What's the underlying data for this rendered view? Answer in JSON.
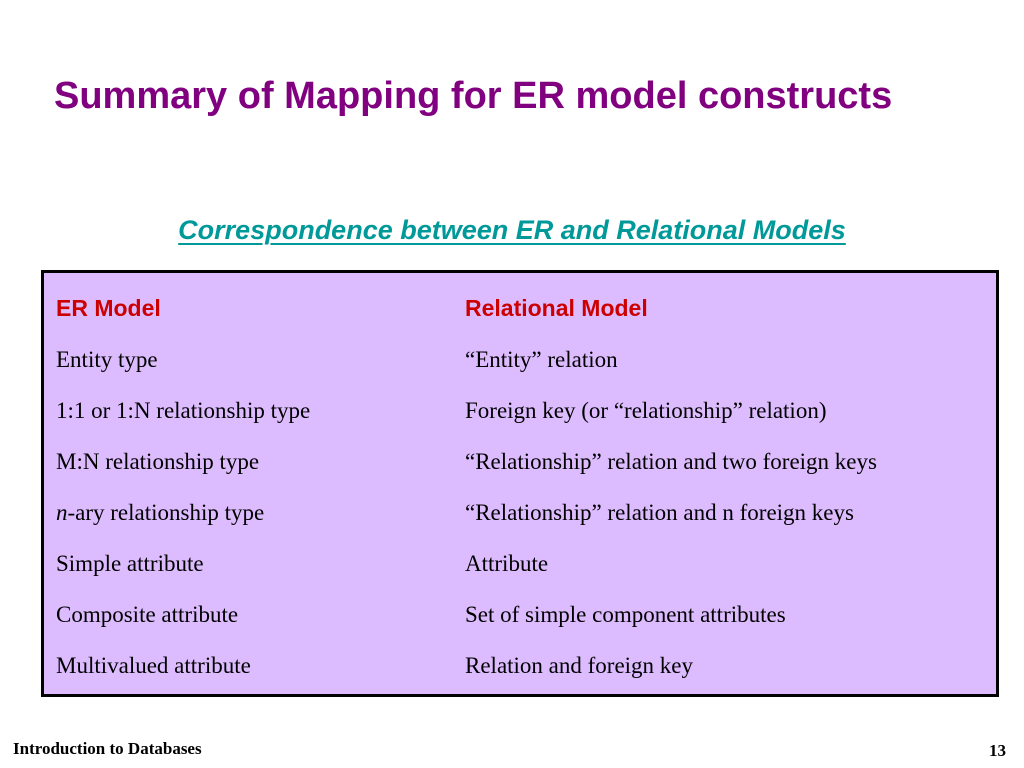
{
  "slide": {
    "title": "Summary of Mapping for ER model constructs",
    "subtitle": "Correspondence between ER and Relational Models"
  },
  "table": {
    "headers": {
      "left": "ER Model",
      "right": "Relational Model"
    },
    "rows": [
      {
        "er_prefix": "",
        "er": "Entity type",
        "relational": "“Entity” relation"
      },
      {
        "er_prefix": "",
        "er": "1:1 or 1:N relationship type",
        "relational": "Foreign key (or “relationship” relation)"
      },
      {
        "er_prefix": "",
        "er": "M:N relationship type",
        "relational": "“Relationship” relation and two foreign keys"
      },
      {
        "er_prefix": "n",
        "er": "-ary relationship type",
        "relational": "“Relationship” relation and n foreign keys"
      },
      {
        "er_prefix": "",
        "er": "Simple attribute",
        "relational": "Attribute"
      },
      {
        "er_prefix": "",
        "er": "Composite attribute",
        "relational": "Set of simple component attributes"
      },
      {
        "er_prefix": "",
        "er": "Multivalued attribute",
        "relational": "Relation and foreign key"
      }
    ]
  },
  "footer": {
    "course": "Introduction to Databases",
    "page_number": "13"
  },
  "colors": {
    "title": "#800080",
    "subtitle": "#009999",
    "table_background": "#ddbbff",
    "header_text": "#cc0000"
  }
}
